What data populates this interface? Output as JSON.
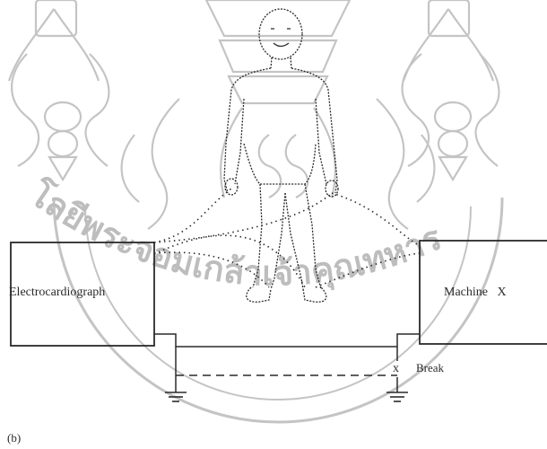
{
  "diagram": {
    "boxes": {
      "left_label": "Electrocardiograph",
      "right_label": "Machine   X"
    },
    "break_marker": "x",
    "break_label": "Break",
    "panel_label": "(b)",
    "watermark": {
      "text": "โลยีพระจอมเกล้าเจ้าคุณทหาร",
      "color": "#bdbdbd"
    },
    "colors": {
      "ink": "#2a2a2a",
      "watermark": "#c4c4c4"
    }
  }
}
